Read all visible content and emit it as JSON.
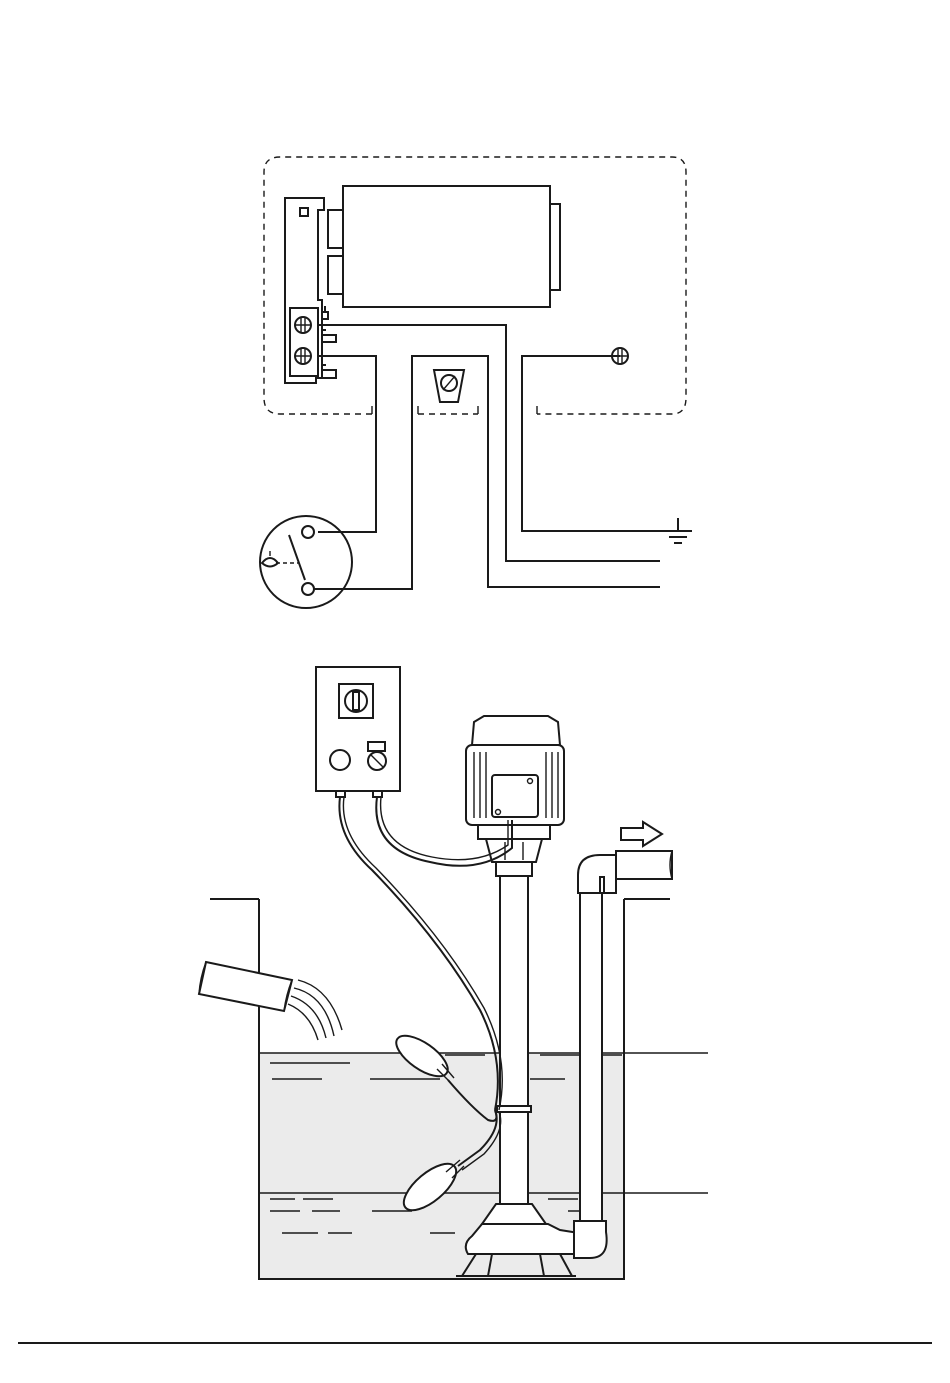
{
  "figure": {
    "wiring_diagram": {
      "components": [
        "control-box",
        "capacitor",
        "terminal-block",
        "float-switch",
        "earth-terminal",
        "cable-gland"
      ],
      "supply_lines": 3,
      "earth_symbol": true
    },
    "installation_diagram": {
      "components": [
        "control-box",
        "motor",
        "pump-column",
        "discharge-pipe",
        "inlet-pipe",
        "float-switches",
        "sump-tank"
      ],
      "flow_arrow": "right",
      "water_levels": 2
    }
  },
  "colors": {
    "line": "#1a1a1a",
    "water": "#ebebeb",
    "background": "#ffffff"
  }
}
